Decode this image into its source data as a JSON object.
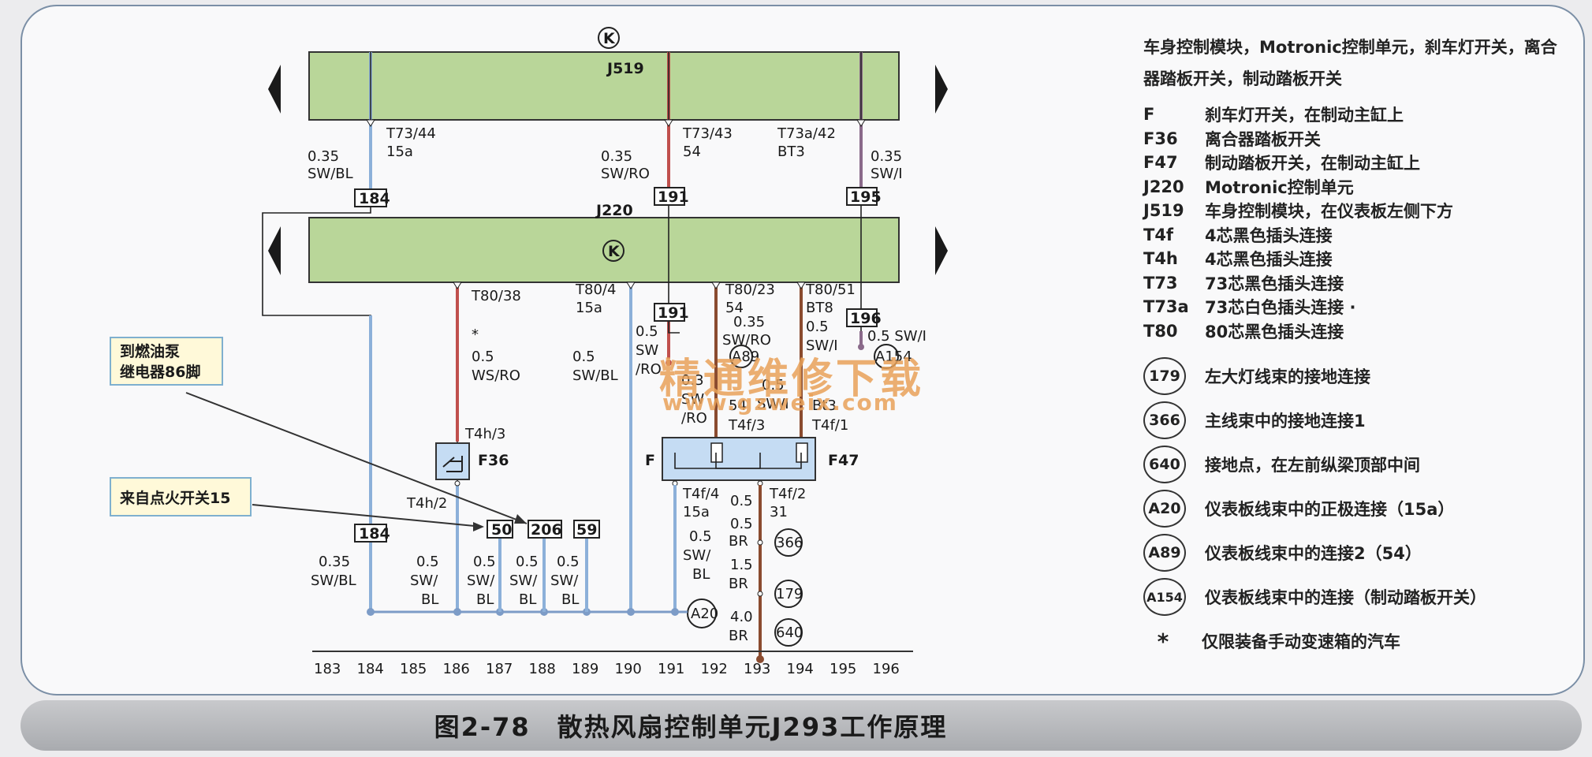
{
  "intro": "车身控制模块，Motronic控制单元，刹车灯开关，离合器踏板开关，制动踏板开关",
  "legend": [
    {
      "code": "F",
      "desc": "刹车灯开关，在制动主缸上"
    },
    {
      "code": "F36",
      "desc": "离合器踏板开关"
    },
    {
      "code": "F47",
      "desc": "制动踏板开关，在制动主缸上"
    },
    {
      "code": "J220",
      "desc": "Motronic控制单元"
    },
    {
      "code": "J519",
      "desc": "车身控制模块，在仪表板左侧下方"
    },
    {
      "code": "T4f",
      "desc": "4芯黑色插头连接"
    },
    {
      "code": "T4h",
      "desc": "4芯黑色插头连接"
    },
    {
      "code": "T73",
      "desc": "73芯黑色插头连接"
    },
    {
      "code": "T73a",
      "desc": "73芯白色插头连接 ·"
    },
    {
      "code": "T80",
      "desc": "80芯黑色插头连接"
    }
  ],
  "circle_legend": [
    {
      "code": "179",
      "desc": "左大灯线束的接地连接"
    },
    {
      "code": "366",
      "desc": "主线束中的接地连接1"
    },
    {
      "code": "640",
      "desc": "接地点，在左前纵梁顶部中间"
    },
    {
      "code": "A20",
      "desc": "仪表板线束中的正极连接（15a）"
    },
    {
      "code": "A89",
      "desc": "仪表板线束中的连接2（54）"
    },
    {
      "code": "A154",
      "desc": "仪表板线束中的连接（制动踏板开关）"
    },
    {
      "code": "*",
      "desc": "仅限装备手动变速箱的汽车"
    }
  ],
  "caption": "图2-78　散热风扇控制单元J293工作原理",
  "watermark": {
    "line1": "精通维修下载",
    "line2": "www.gzweix.com"
  },
  "colors": {
    "module": "#b9d699",
    "switch": "#c5dcf3",
    "wire_red": "#c0504d",
    "wire_blue": "#8cb0d9",
    "wire_brown": "#8a4b2f"
  },
  "diagram": {
    "j519": "J519",
    "j220": "J220",
    "k_symbol": "K",
    "pins": {
      "t73_44": "T73/44",
      "p15a": "15a",
      "t73_43": "T73/43",
      "p54": "54",
      "t73a_42": "T73a/42",
      "bt3": "BT3",
      "t80_38": "T80/38",
      "t80_4": "T80/4",
      "t80_23": "T80/23",
      "t80_51": "T80/51",
      "bt8": "BT8",
      "t4h_3": "T4h/3",
      "t4h_2": "T4h/2",
      "t4f_3": "T4f/3",
      "t4f_1": "T4f/1",
      "t4f_4": "T4f/4",
      "t4f_2": "T4f/2",
      "p31": "31",
      "p54b": "54",
      "bt3b": "Bt3"
    },
    "wires": {
      "w035": "0.35",
      "sw_bl": "SW/BL",
      "sw_ro": "SW/RO",
      "sw_i": "SW/I",
      "w05": "0.5",
      "ws_ro": "WS/RO",
      "sw": "SW",
      "ro": "/RO",
      "sw_slash": "SW/",
      "bl": "BL",
      "sw_vi": "SW/I",
      "br": "BR",
      "w15": "1.5",
      "w40": "4.0",
      "w05sw": "0.5 SW/I",
      "ro2": "/RO",
      "w03": "0.3",
      "sw2": "SW",
      "w05b": "0.5",
      "sw_i2": "SW/I"
    },
    "connectors": {
      "c184": "184",
      "c191": "191",
      "c195": "195",
      "c196": "196",
      "c50": "50",
      "c206": "206",
      "c59": "59"
    },
    "grounds": {
      "g366": "366",
      "g179": "179",
      "g640": "640",
      "a20": "A20",
      "a89": "A89",
      "a154": "A154"
    },
    "f36": "F36",
    "f47": "F47",
    "f": "F",
    "star": "*",
    "callout_fuel": [
      "到燃油泵",
      "继电器86脚"
    ],
    "callout_ign": "来自点火开关15",
    "rail": [
      "183",
      "184",
      "185",
      "186",
      "187",
      "188",
      "189",
      "190",
      "191",
      "192",
      "193",
      "194",
      "195",
      "196"
    ]
  }
}
